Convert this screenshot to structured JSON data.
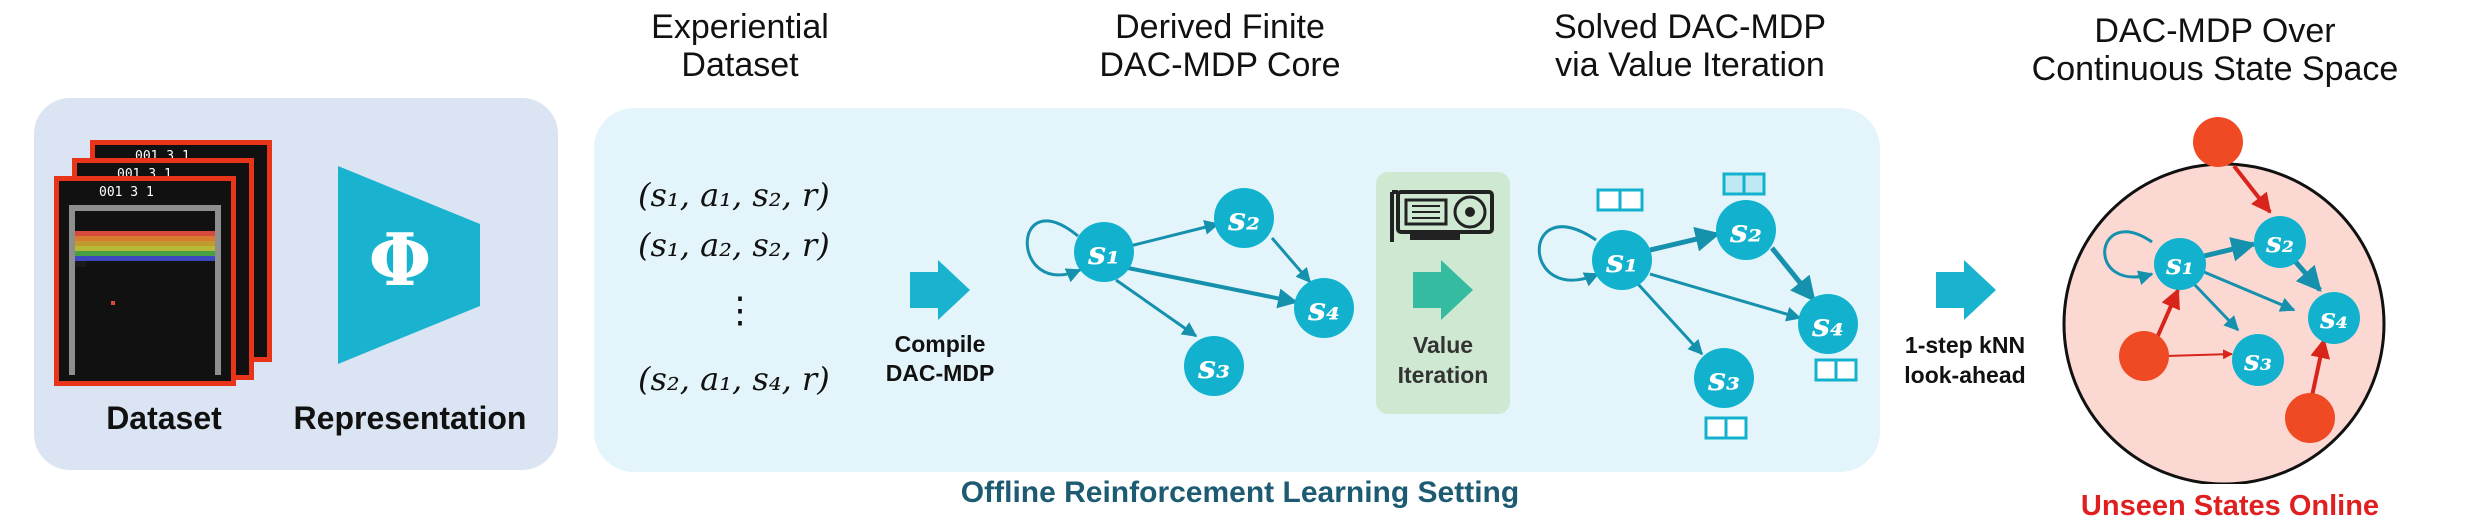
{
  "left_panel": {
    "dataset_label": "Dataset",
    "representation_label": "Representation",
    "phi_symbol": "Φ",
    "game_score": "001 3 1"
  },
  "headers": {
    "experiential_dataset": "Experiential\nDataset",
    "derived_core": "Derived Finite\nDAC-MDP Core",
    "solved": "Solved DAC-MDP\nvia Value Iteration",
    "continuous": "DAC-MDP Over\nContinuous State Space"
  },
  "tuples": {
    "t1": "(s₁, a₁, s₂, r)",
    "t2": "(s₁, a₂, s₂, r)",
    "ellipsis": "⋮",
    "t3": "(s₂, a₁, s₄, r)"
  },
  "steps": {
    "compile": "Compile\nDAC-MDP",
    "value_iteration": "Value\nIteration",
    "knn": "1-step kNN\nlook-ahead"
  },
  "nodes": {
    "s1": "s₁",
    "s2": "s₂",
    "s3": "s₃",
    "s4": "s₄"
  },
  "footer": {
    "setting": "Offline Reinforcement Learning Setting",
    "unseen": "Unseen States Online"
  },
  "colors": {
    "node": "#12b2cf",
    "edge": "#1590ad",
    "arrow": "#19b3cf",
    "unseen": "#f04a24",
    "unseen_bg": "#fbd9d2",
    "text_red": "#e02020"
  }
}
